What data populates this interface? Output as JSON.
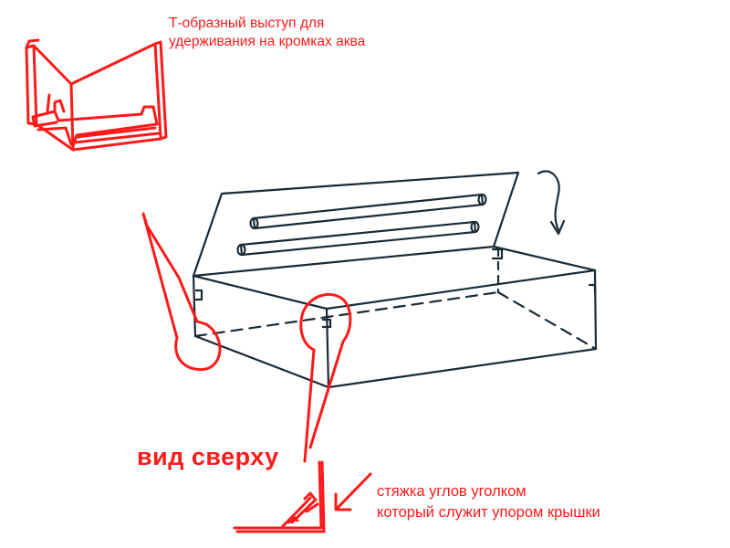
{
  "annotations": {
    "t_profile": {
      "line1": "Т-образный выступ для",
      "line2": "удерживания на кромках аква"
    },
    "top_view": "вид сверху",
    "corner_bracket": {
      "line1": "стяжка углов уголком",
      "line2": "который служит упором крышки"
    }
  },
  "colors": {
    "annotation": "#ff1a1a",
    "drawing": "#1b2a33"
  }
}
